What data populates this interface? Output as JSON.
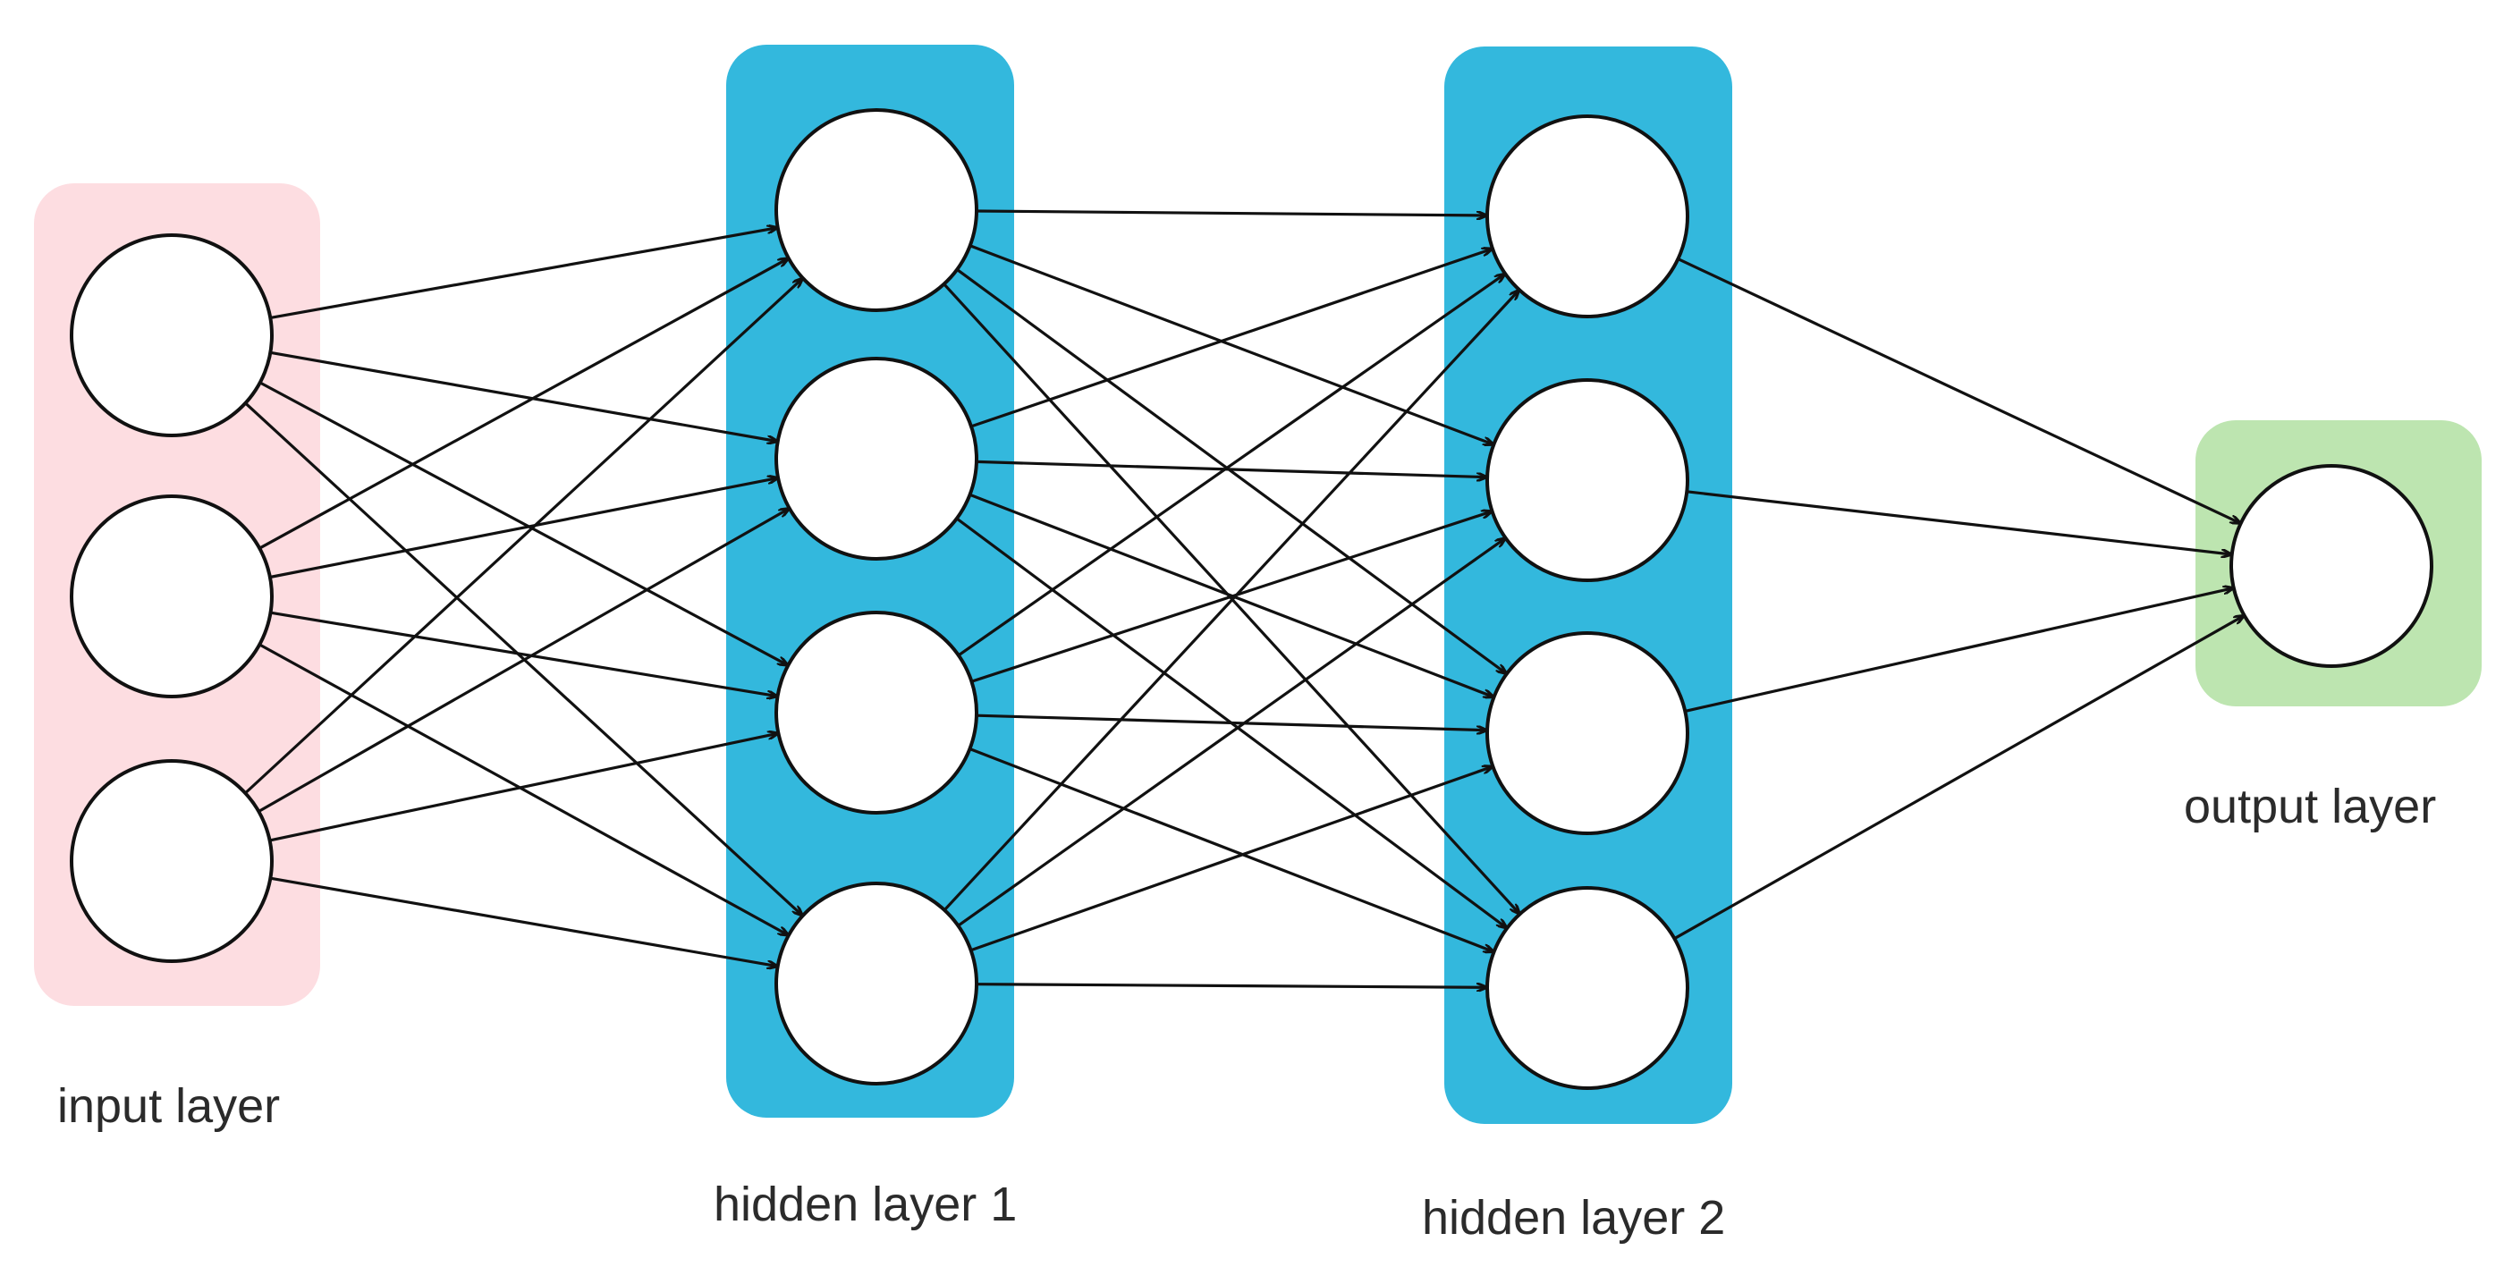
{
  "diagram": {
    "layers": [
      {
        "id": "input",
        "label": "input layer",
        "neurons": 3,
        "panel_color": "#fddde1"
      },
      {
        "id": "hidden1",
        "label": "hidden layer 1",
        "neurons": 4,
        "panel_color": "#33b8dd"
      },
      {
        "id": "hidden2",
        "label": "hidden layer 2",
        "neurons": 4,
        "panel_color": "#33b8dd"
      },
      {
        "id": "output",
        "label": "output layer",
        "neurons": 1,
        "panel_color": "#bde5b0"
      }
    ],
    "connections": "fully-connected, arrows pointing toward the next layer",
    "colors": {
      "neuron_fill": "#ffffff",
      "neuron_stroke": "#111111",
      "edge": "#111111",
      "label_text": "#2b2b2b"
    }
  }
}
